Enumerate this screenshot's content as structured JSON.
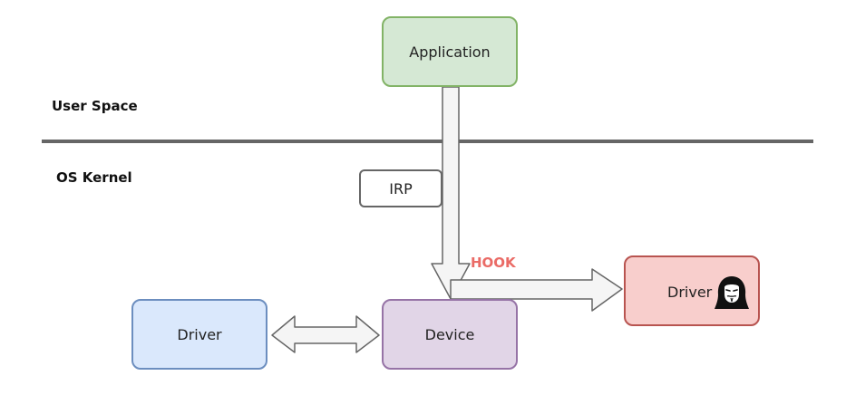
{
  "zones": {
    "user_space": "User Space",
    "os_kernel": "OS Kernel"
  },
  "nodes": {
    "application": "Application",
    "irp": "IRP",
    "device": "Device",
    "driver_left": "Driver",
    "driver_right": "Driver"
  },
  "hook_label": "HOOK",
  "icons": {
    "attacker": "hacker-icon"
  },
  "colors": {
    "application_fill": "#d5e8d4",
    "application_border": "#82b366",
    "device_fill": "#e1d5e7",
    "device_border": "#9673a6",
    "driver_left_fill": "#dae8fc",
    "driver_left_border": "#6c8ebf",
    "driver_right_fill": "#f8cecc",
    "driver_right_border": "#b85450",
    "hook_text": "#ea6b66",
    "divider": "#666666"
  }
}
